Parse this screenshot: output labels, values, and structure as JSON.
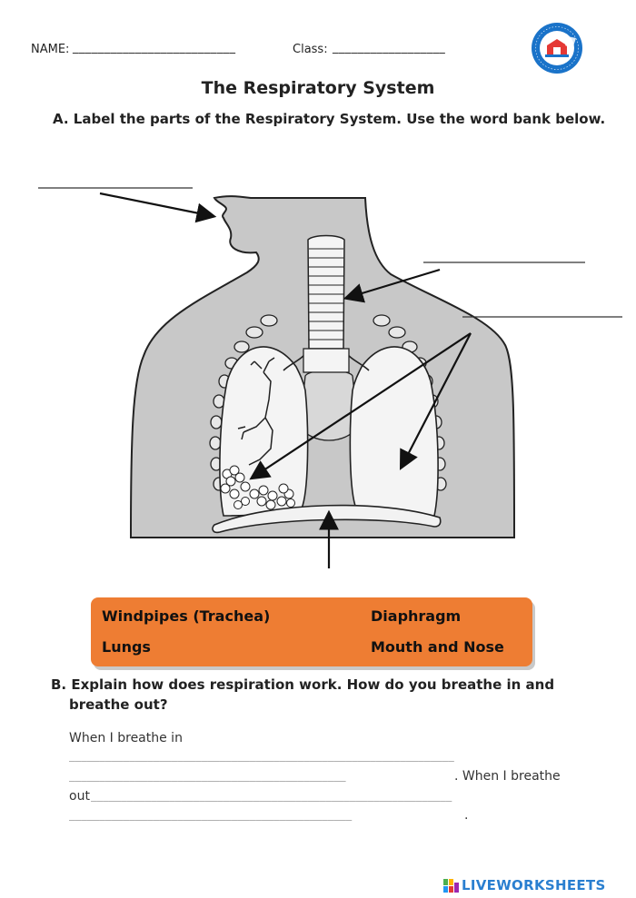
{
  "header": {
    "name_label": "NAME:",
    "name_blank": "__________________________",
    "class_label": "Class:",
    "class_blank": "__________________"
  },
  "logo": {
    "ring_text": "ĐOÀN THỊ ĐIỂM • TRƯỜNG TIỂU HỌC",
    "colors": {
      "ring": "#1a73c9",
      "inner": "#ffffff",
      "accent": "#e53935"
    }
  },
  "title": "The Respiratory System",
  "section_a": "A. Label the parts of the Respiratory System. Use the word bank below.",
  "word_bank": {
    "color": "#ee7d33",
    "words": [
      "Windpipes (Trachea)",
      "Diaphragm",
      "Lungs",
      "Mouth and Nose"
    ]
  },
  "section_b": {
    "line1": "B. Explain how does respiration work. How do you breathe in and",
    "line2": "breathe out?"
  },
  "answer": {
    "prompt_in": "When I breathe in",
    "dash_line_1": "________________________________________________________________",
    "dash_line_2": "______________________________________________",
    "prompt_out_a": ".  When I breathe",
    "prompt_out_b": "out",
    "dash_line_3": "____________________________________________________________",
    "dash_line_4": "_______________________________________________",
    "period": "."
  },
  "footer": {
    "brand": "LIVEWORKSHEETS"
  }
}
